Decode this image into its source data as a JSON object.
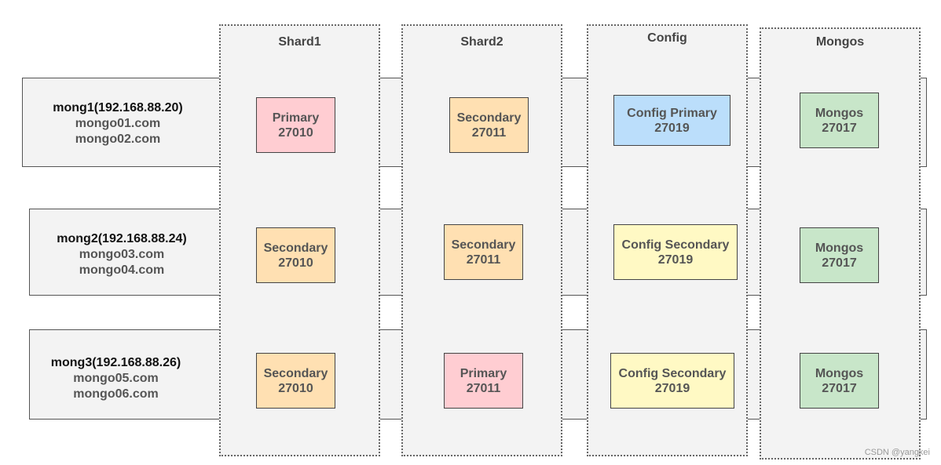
{
  "columns": {
    "shard1": "Shard1",
    "shard2": "Shard2",
    "config": "Config",
    "mongos": "Mongos"
  },
  "hosts": [
    {
      "ip": "mong1(192.168.88.20)",
      "domains": [
        "mongo01.com",
        "mongo02.com"
      ]
    },
    {
      "ip": "mong2(192.168.88.24)",
      "domains": [
        "mongo03.com",
        "mongo04.com"
      ]
    },
    {
      "ip": "mong3(192.168.88.26)",
      "domains": [
        "mongo05.com",
        "mongo06.com"
      ]
    }
  ],
  "nodes": {
    "shard1": [
      {
        "role": "Primary",
        "port": "27010"
      },
      {
        "role": "Secondary",
        "port": "27010"
      },
      {
        "role": "Secondary",
        "port": "27010"
      }
    ],
    "shard2": [
      {
        "role": "Secondary",
        "port": "27011"
      },
      {
        "role": "Secondary",
        "port": "27011"
      },
      {
        "role": "Primary",
        "port": "27011"
      }
    ],
    "config": [
      {
        "role": "Config Primary",
        "port": "27019"
      },
      {
        "role": "Config Secondary",
        "port": "27019"
      },
      {
        "role": "Config Secondary",
        "port": "27019"
      }
    ],
    "mongos": [
      {
        "role": "Mongos",
        "port": "27017"
      },
      {
        "role": "Mongos",
        "port": "27017"
      },
      {
        "role": "Mongos",
        "port": "27017"
      }
    ]
  },
  "colors": {
    "primary": "#ffcdd2",
    "secondary": "#ffe0b2",
    "config_primary": "#bbdefb",
    "config_secondary": "#fff9c4",
    "mongos": "#c8e6c9"
  },
  "watermark": "CSDN @yangkei"
}
